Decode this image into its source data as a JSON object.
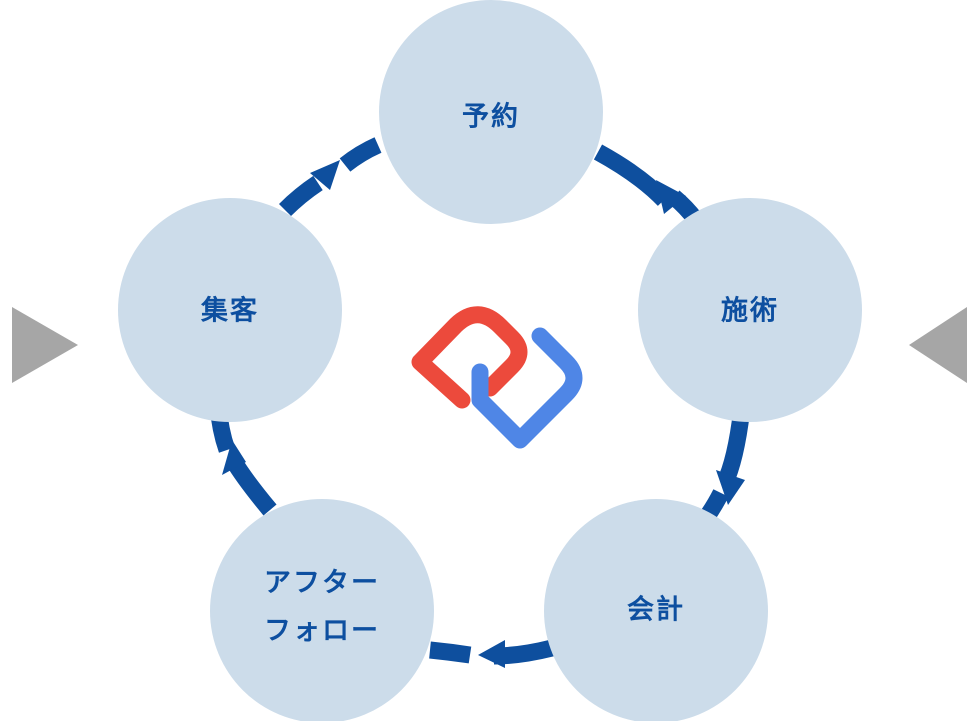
{
  "diagram": {
    "nodes": [
      {
        "id": "reservation",
        "label": "予約"
      },
      {
        "id": "treatment",
        "label": "施術"
      },
      {
        "id": "checkout",
        "label": "会計"
      },
      {
        "id": "afterfollow",
        "label_lines": [
          "アフター",
          "フォロー"
        ]
      },
      {
        "id": "attraction",
        "label": "集客"
      }
    ],
    "colors": {
      "node_fill": "#ccdcea",
      "label": "#0d4fa0",
      "arrow": "#0e4f9e",
      "side_arrow": "#a6a6a6",
      "logo_red": "#ec4a3c",
      "logo_blue": "#4f86e6"
    },
    "logo": {
      "icon": "brand-logo-icon"
    },
    "side_arrows": {
      "left_icon": "triangle-right-icon",
      "right_icon": "triangle-left-icon"
    }
  }
}
